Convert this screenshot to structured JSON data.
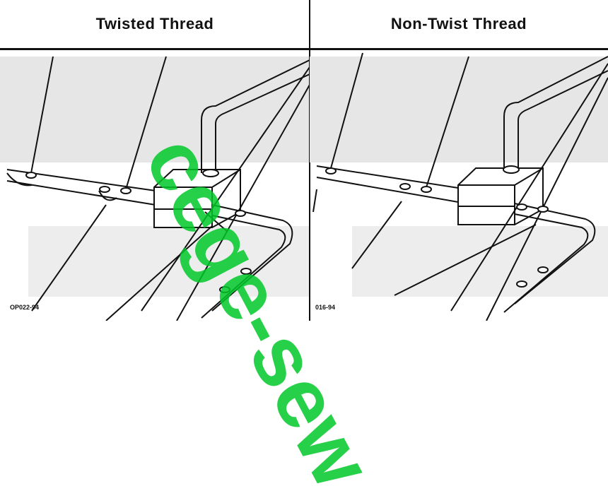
{
  "left_panel": {
    "title": "Twisted Thread",
    "figure_code": "OP022-94"
  },
  "right_panel": {
    "title": "Non-Twist Thread",
    "figure_code": "016-94"
  },
  "watermark": {
    "text": "cege-sew",
    "color": "#22cc44"
  }
}
